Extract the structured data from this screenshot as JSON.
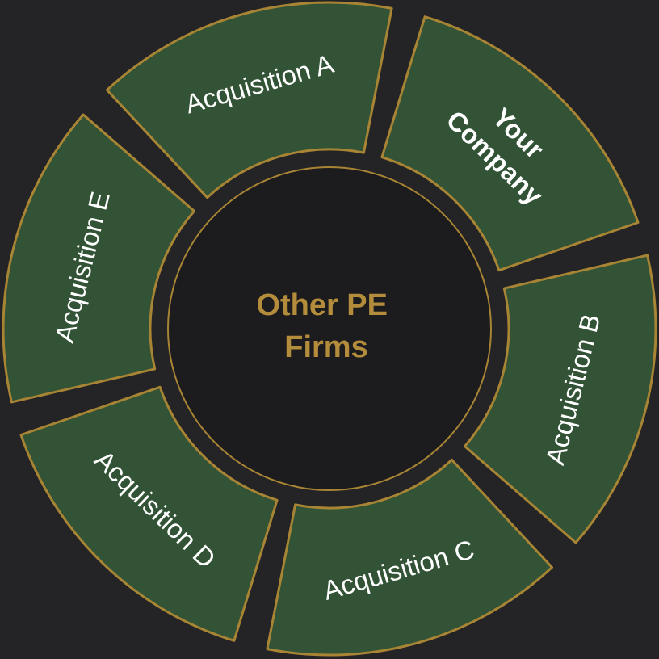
{
  "center": {
    "lines": [
      "Other PE",
      "Firms"
    ],
    "color": "#b38d3b"
  },
  "segments": [
    {
      "lines": [
        "Your",
        "Company"
      ],
      "bold": true
    },
    {
      "lines": [
        "Acquisition B"
      ],
      "bold": false
    },
    {
      "lines": [
        "Acquisition C"
      ],
      "bold": false
    },
    {
      "lines": [
        "Acquisition D"
      ],
      "bold": false
    },
    {
      "lines": [
        "Acquisition E"
      ],
      "bold": false
    },
    {
      "lines": [
        "Acquisition A"
      ],
      "bold": false
    }
  ],
  "colors": {
    "background": "#242325",
    "segment_fill": "#325335",
    "segment_stroke": "#a88435",
    "hub_fill": "#1c1b1d"
  }
}
